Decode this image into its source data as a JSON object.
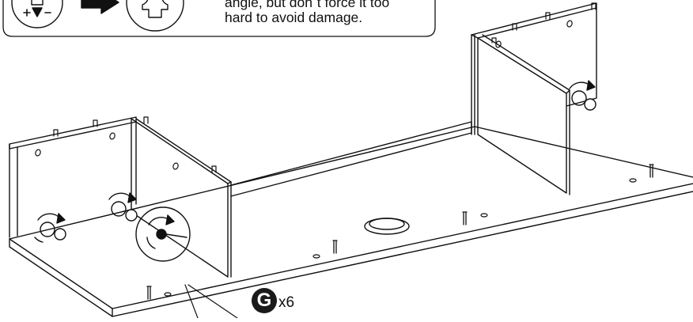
{
  "instruction_box": {
    "lines": [
      "angle, but don´t force it too",
      "hard to avoid damage."
    ]
  },
  "part_callout": {
    "letter": "G",
    "quantity": "x6"
  },
  "icons": {
    "screwdriver": "phillips-screwdriver-icon",
    "arrow": "right-arrow-icon",
    "screw_head": "phillips-screw-head-icon",
    "cam_lock": "cam-lock-turn-icon"
  }
}
